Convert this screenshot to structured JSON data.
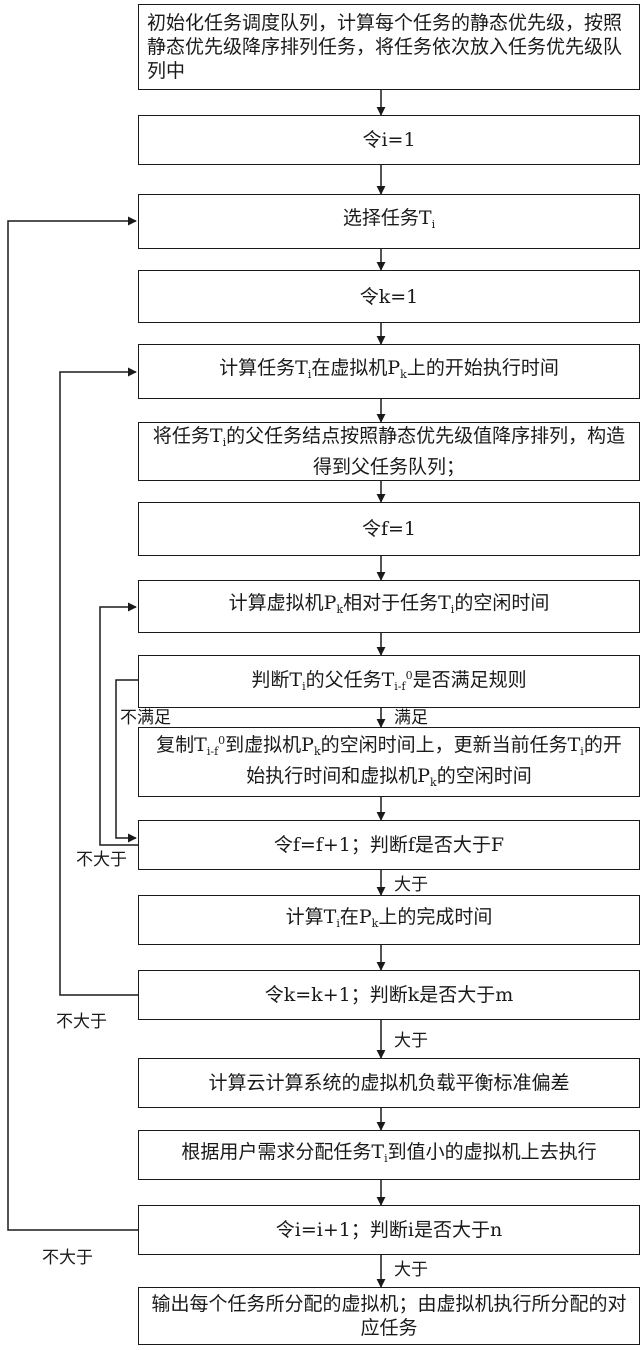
{
  "steps": {
    "s1": "初始化任务调度队列，计算每个任务的静态优先级，按照静态优先级降序排列任务，将任务依次放入任务优先级队列中",
    "s2": "令i=1",
    "s3": {
      "a": "选择任务T",
      "i": "i"
    },
    "s4": "令k=1",
    "s5": {
      "a": "计算任务T",
      "i": "i",
      "b": "在虚拟机P",
      "k": "k",
      "c": "上的开始执行时间"
    },
    "s6": {
      "a": "将任务T",
      "i": "i",
      "b": "的父任务结点按照静态优先级值降序排列，构造得到父任务队列；"
    },
    "s7": "令f=1",
    "s8": {
      "a": "计算虚拟机P",
      "k": "k",
      "b": "相对于任务T",
      "i": "i",
      "c": "的空闲时间"
    },
    "s9": {
      "a": "判断T",
      "i": "i",
      "b": "的父任务T",
      "sub2": "i-f",
      "sup": "0",
      "c": "是否满足规则"
    },
    "s10": {
      "a": "复制T",
      "sub1": "i-f",
      "sup": "0",
      "b": "到虚拟机P",
      "k": "k",
      "c": "的空闲时间上，更新当前任务T",
      "i": "i",
      "d": "的开始执行时间和虚拟机P",
      "k2": "k",
      "e": "的空闲时间"
    },
    "s11": "令f=f+1；判断f是否大于F",
    "s12": {
      "a": "计算T",
      "i": "i",
      "b": "在P",
      "k": "k",
      "c": "上的完成时间"
    },
    "s13": "令k=k+1；判断k是否大于m",
    "s14": "计算云计算系统的虚拟机负载平衡标准偏差",
    "s15": {
      "a": "根据用户需求分配任务T",
      "i": "i",
      "b": "到值小的虚拟机上去执行"
    },
    "s16": "令i=i+1；判断i是否大于n",
    "s17": "输出每个任务所分配的虚拟机；由虚拟机执行所分配的对应任务"
  },
  "labels": {
    "satisfied": "满足",
    "not_satisfied": "不满足",
    "greater_f": "大于",
    "not_greater_f": "不大于",
    "greater_k": "大于",
    "not_greater_k": "不大于",
    "greater_i": "大于",
    "not_greater_i": "不大于"
  }
}
